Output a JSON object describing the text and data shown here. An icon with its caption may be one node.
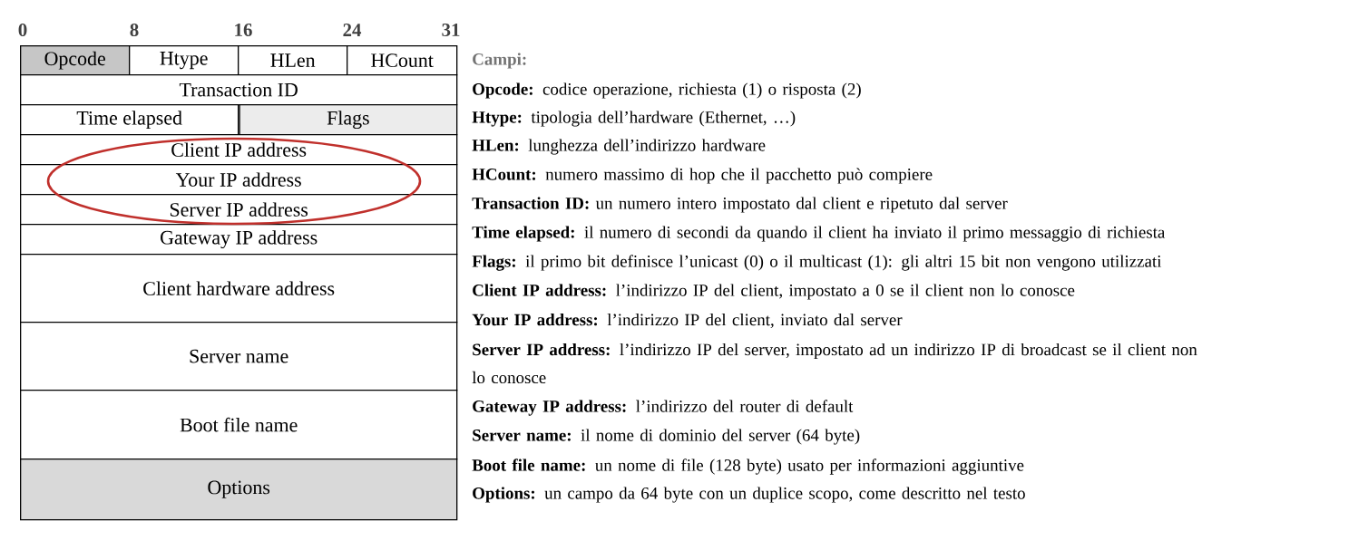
{
  "diagram": {
    "nodes": [
      {
        "text": [
          "Opcode"
        ]
      },
      {
        "text": [
          "Htype"
        ]
      },
      {
        "text": [
          "HLen"
        ]
      },
      {
        "text": [
          "HCount"
        ]
      },
      {
        "text": [
          "Transaction ID"
        ]
      },
      {
        "text": [
          "Time elapsed"
        ]
      },
      {
        "text": [
          "Flags"
        ]
      },
      {
        "text": [
          "Client IP address"
        ]
      },
      {
        "text": [
          "Your IP address"
        ]
      },
      {
        "text": [
          "Server IP address"
        ]
      },
      {
        "text": [
          "Gateway IP address"
        ]
      },
      {
        "text": [
          "Client hardware address"
        ]
      },
      {
        "text": [
          "Server name"
        ]
      },
      {
        "text": [
          "Boot file name"
        ]
      },
      {
        "text": [
          "Options"
        ]
      }
    ],
    "labels": [
      "0",
      "8",
      "16",
      "24",
      "31",
      "Campi:",
      "**Opcode:** codice operazione, richiesta (1) o risposta (2)",
      "**Htype:** tipologia dell’hardware (Ethernet, …)",
      "**HLen:** lunghezza dell’indirizzo hardware",
      "**HCount:** numero massimo di hop che il pacchetto può compiere",
      "**Transaction ID:** un numero intero impostato dal client e ripetuto dal server",
      "**Time elapsed:** il numero di secondi da quando il client ha inviato il primo messaggio di richiesta",
      "**Flags:** il primo bit definisce l’unicast (0) o il multicast (1): gli altri 15 bit non vengono utilizzati",
      "**Client IP address:** l’indirizzo IP del client, impostato a 0 se il client non lo conosce",
      "**Your IP address:** l’indirizzo IP del client, inviato dal server",
      "**Server IP address:** l’indirizzo IP del server, impostato ad un indirizzo IP di broadcast se il client non lo conosce",
      "**Gateway IP address:** l’indirizzo del router di default",
      "**Server name:** il nome di dominio del server (64 byte)",
      "**Boot file name:** un nome di file (128 byte) usato per informazioni aggiuntive",
      "**Options:** un campo da 64 byte con un duplice scopo, come descritto nel testo"
    ]
  }
}
